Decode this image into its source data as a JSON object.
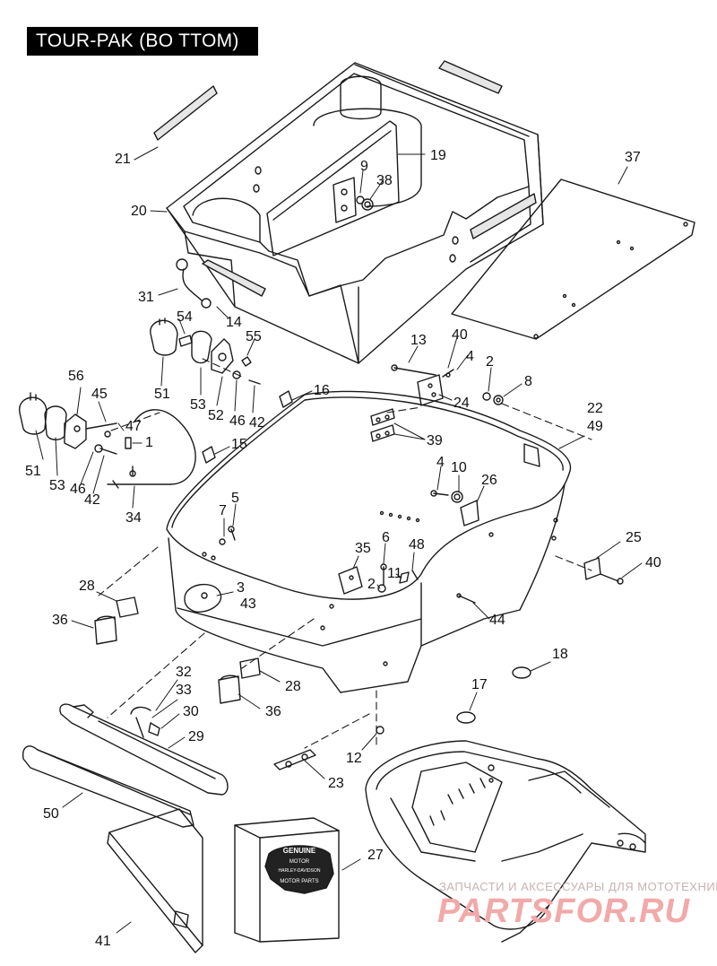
{
  "title": "TOUR-PAK (BO TTOM)",
  "watermark": {
    "subtitle": "ЗАПЧАСТИ И АКСЕССУАРЫ ДЛЯ МОТОТЕХНИКИ",
    "logo": "PARTSFOR.RU"
  },
  "manual_cover": {
    "badge_top": "GENUINE",
    "badge_mid": "MOTOR",
    "badge_bottom": "MOTOR PARTS",
    "brand": "HARLEY-DAVIDSON"
  },
  "callouts": {
    "c21": "21",
    "c20": "20",
    "c19": "19",
    "c9": "9",
    "c38": "38",
    "c37": "37",
    "c31": "31",
    "c54": "54",
    "c14": "14",
    "c55": "55",
    "c51a": "51",
    "c53a": "53",
    "c52": "52",
    "c46a": "46",
    "c42a": "42",
    "c56": "56",
    "c45": "45",
    "c47": "47",
    "c1": "1",
    "c51b": "51",
    "c53b": "53",
    "c46b": "46",
    "c42b": "42",
    "c34": "34",
    "c15": "15",
    "c16": "16",
    "c13": "13",
    "c40a": "40",
    "c4a": "4",
    "c2a": "2",
    "c8": "8",
    "c24": "24",
    "c22": "22",
    "c49": "49",
    "c39": "39",
    "c4b": "4",
    "c10": "10",
    "c26": "26",
    "c5": "5",
    "c7": "7",
    "c35": "35",
    "c6": "6",
    "c48": "48",
    "c2b": "2",
    "c11": "11",
    "c25": "25",
    "c40b": "40",
    "c28a": "28",
    "c3": "3",
    "c43": "43",
    "c36a": "36",
    "c44": "44",
    "c18": "18",
    "c17": "17",
    "c32": "32",
    "c33": "33",
    "c30": "30",
    "c29": "29",
    "c28b": "28",
    "c36b": "36",
    "c12": "12",
    "c23": "23",
    "c50": "50",
    "c27": "27",
    "c41": "41"
  }
}
